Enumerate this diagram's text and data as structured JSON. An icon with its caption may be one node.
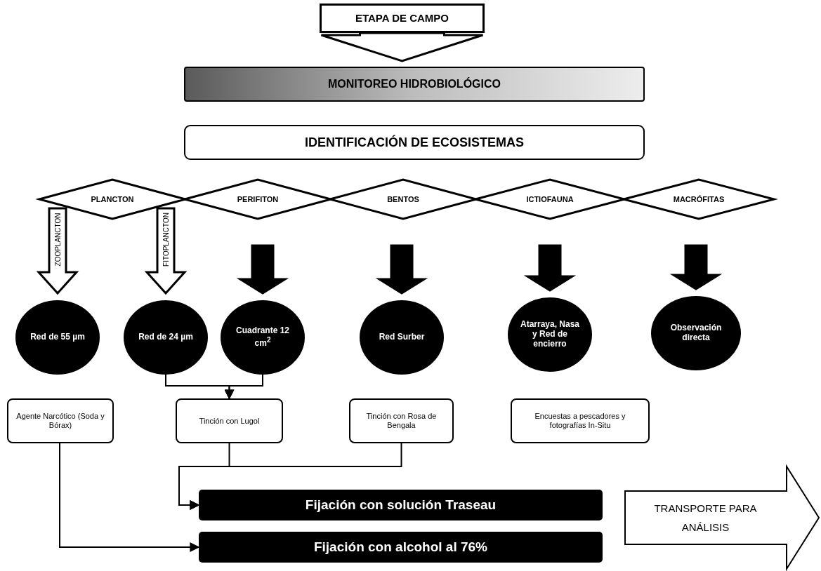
{
  "diagram": {
    "nodes": [
      {
        "text": [
          "ETAPA DE CAMPO"
        ]
      },
      {
        "text": [
          "MONITOREO HIDROBIOLÓGICO"
        ]
      },
      {
        "text": [
          "IDENTIFICACIÓN DE ECOSISTEMAS"
        ]
      },
      {
        "text": [
          "PLANCTON"
        ]
      },
      {
        "text": [
          "PERIFITON"
        ]
      },
      {
        "text": [
          "BENTOS"
        ]
      },
      {
        "text": [
          "ICTIOFAUNA"
        ]
      },
      {
        "text": [
          "MACRÓFITAS"
        ]
      },
      {
        "text": [
          "Red de 55 µm"
        ]
      },
      {
        "text": [
          "Red de 24 µm"
        ]
      },
      {
        "text": [
          "Cuadrante 12 cm$^{2}$"
        ]
      },
      {
        "text": [
          "Red Surber"
        ]
      },
      {
        "text": [
          "Atarraya, Nasa y Red de encierro"
        ]
      },
      {
        "text": [
          "Observación directa"
        ]
      },
      {
        "text": [
          "Agente Narcótico (Soda y Bórax)"
        ]
      },
      {
        "text": [
          "Tinción con Lugol"
        ]
      },
      {
        "text": [
          "Tinción con Rosa de Bengala"
        ]
      },
      {
        "text": [
          "Encuestas a pescadores y fotografías In-Situ"
        ]
      },
      {
        "text": [
          "Fijación con solución Traseau"
        ]
      },
      {
        "text": [
          "Fijación con alcohol al 76%"
        ]
      },
      {
        "text": [
          "TRANSPORTE PARA ANÁLISIS"
        ]
      }
    ],
    "edges": [
      {
        "from": 0,
        "to": 1,
        "arrow": "to",
        "style": "thick"
      },
      {
        "from": 3,
        "to": 8,
        "arrow": "to",
        "style": "thick",
        "label": "ZOOPLANCTON"
      },
      {
        "from": 3,
        "to": 9,
        "arrow": "to",
        "style": "thick",
        "label": "FITOPLANCTON"
      },
      {
        "from": 4,
        "to": 10,
        "arrow": "to",
        "style": "thick",
        "color": "#000000"
      },
      {
        "from": 5,
        "to": 11,
        "arrow": "to",
        "style": "thick",
        "color": "#000000"
      },
      {
        "from": 6,
        "to": 12,
        "arrow": "to",
        "style": "thick",
        "color": "#000000"
      },
      {
        "from": 7,
        "to": 13,
        "arrow": "to",
        "style": "thick",
        "color": "#000000"
      },
      {
        "from": 9,
        "to": 15,
        "arrow": "to"
      },
      {
        "from": 10,
        "to": 15,
        "arrow": "to"
      },
      {
        "from": 15,
        "to": 18,
        "arrow": "to"
      },
      {
        "from": 16,
        "to": 18,
        "arrow": "to"
      },
      {
        "from": 14,
        "to": 19,
        "arrow": "to"
      }
    ]
  }
}
